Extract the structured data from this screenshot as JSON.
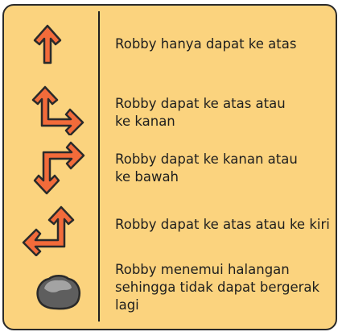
{
  "legend": {
    "rows": [
      {
        "icon": "arrow-up-icon",
        "text": "Robby hanya dapat ke atas"
      },
      {
        "icon": "arrow-up-right-icon",
        "text": "Robby dapat ke atas atau\nke kanan"
      },
      {
        "icon": "arrow-right-down-icon",
        "text": "Robby dapat ke kanan atau\nke bawah"
      },
      {
        "icon": "arrow-up-left-icon",
        "text": "Robby dapat ke atas atau ke kiri"
      },
      {
        "icon": "rock-icon",
        "text": "Robby menemui halangan\nsehingga tidak dapat bergerak\nlagi"
      }
    ]
  },
  "colors": {
    "background": "#fbd37e",
    "arrow_fill": "#f26b3a",
    "outline": "#2a2a2a",
    "rock_fill": "#5e5e5e",
    "rock_highlight": "#a3a3a3"
  }
}
